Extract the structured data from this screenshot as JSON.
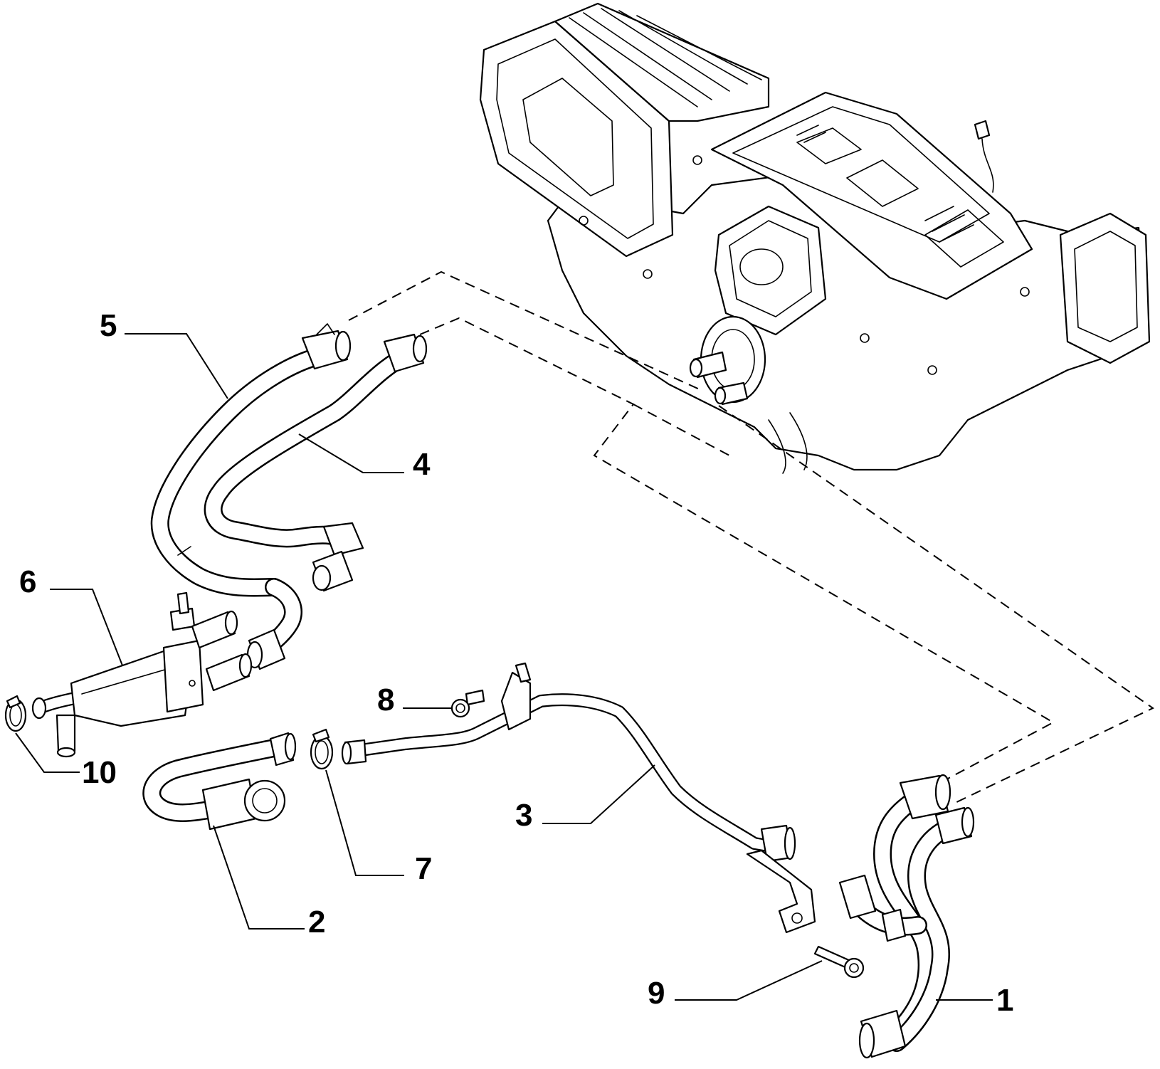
{
  "diagram": {
    "callouts": [
      {
        "id": "1",
        "label": "1"
      },
      {
        "id": "2",
        "label": "2"
      },
      {
        "id": "3",
        "label": "3"
      },
      {
        "id": "4",
        "label": "4"
      },
      {
        "id": "5",
        "label": "5"
      },
      {
        "id": "6",
        "label": "6"
      },
      {
        "id": "7",
        "label": "7"
      },
      {
        "id": "8",
        "label": "8"
      },
      {
        "id": "9",
        "label": "9"
      },
      {
        "id": "10",
        "label": "10"
      }
    ],
    "colors": {
      "ink": "#000000",
      "paper": "#ffffff"
    }
  }
}
